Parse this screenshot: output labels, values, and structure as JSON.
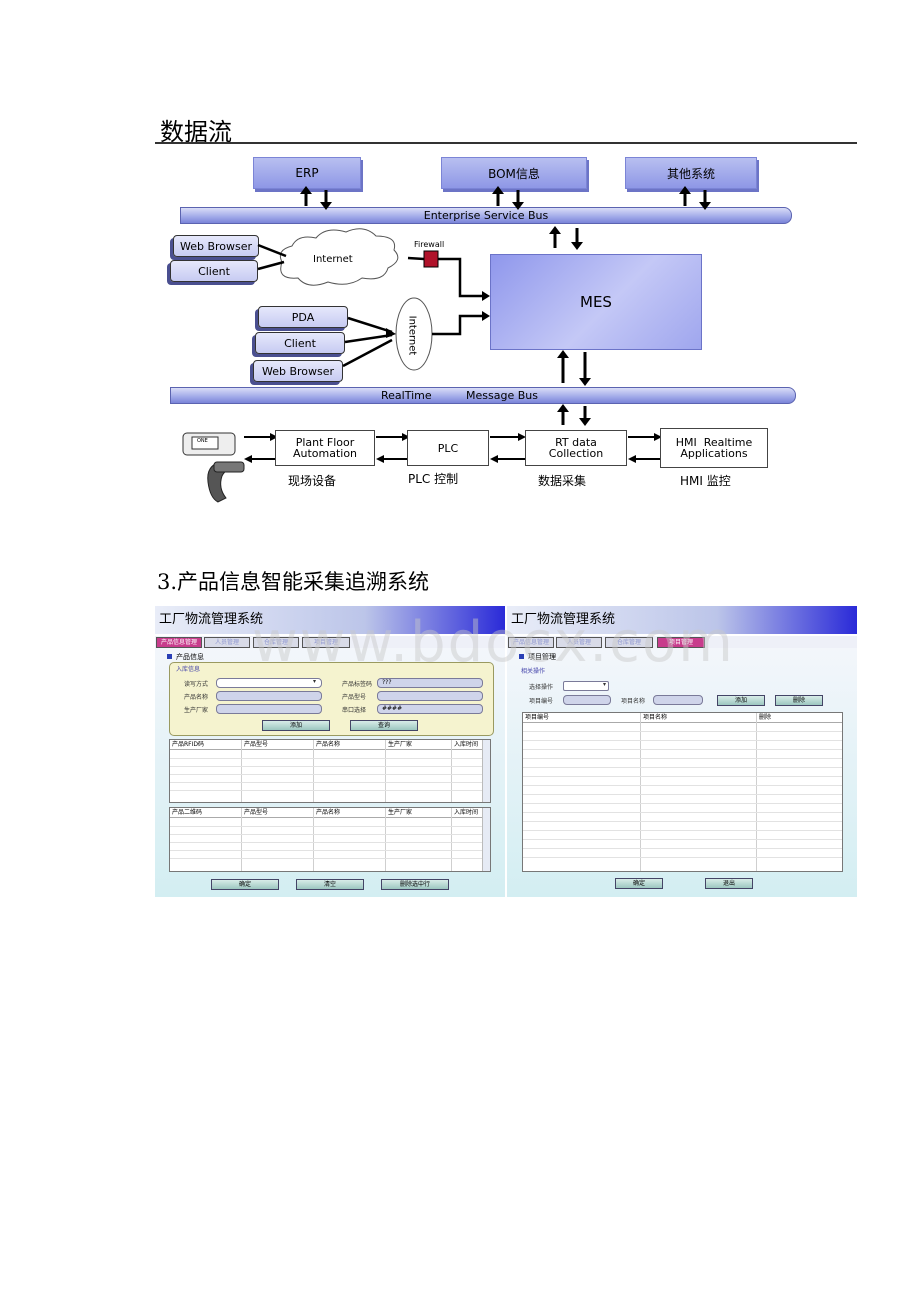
{
  "headings": {
    "data_flow": "数据流",
    "section3": "3.产品信息智能采集追溯系统"
  },
  "diagram": {
    "erp": "ERP",
    "bom": "BOM信息",
    "other": "其他系统",
    "esb": "Enterprise Service Bus",
    "web_browser": "Web Browser",
    "client": "Client",
    "internet": "Internet",
    "firewall": "Firewall",
    "pda": "PDA",
    "client2": "Client",
    "web_browser2": "Web Browser",
    "internet_vertical": "Internet",
    "mes": "MES",
    "realtime": "RealTime",
    "message_bus": "Message Bus",
    "plant_floor": "Plant Floor\nAutomation",
    "plc": "PLC",
    "rt_data": "RT data\nCollection",
    "hmi": "HMI  Realtime\nApplications",
    "cap_field": "现场设备",
    "cap_plc": "PLC 控制",
    "cap_data": "数据采集",
    "cap_hmi": "HMI 监控",
    "scanner_label": "ONE"
  },
  "watermark": "www.bdocx.com",
  "app_left": {
    "title": "工厂物流管理系统",
    "tabs": [
      "产品信息管理",
      "人员管理",
      "仓库管理",
      "项目管理"
    ],
    "section": "产品信息",
    "group": "入库信息",
    "fields": {
      "read_mode": "读写方式",
      "product_name": "产品名称",
      "manufacturer": "生产厂家",
      "tag_code": "产品标签码",
      "model": "产品型号",
      "serial_select": "串口选择",
      "tag_value": "???",
      "serial_value": "####"
    },
    "buttons": {
      "add": "添加",
      "query": "查询",
      "confirm": "确定",
      "clear": "清空",
      "delete_row": "删除选中行"
    },
    "table1_headers": [
      "产品RFID码",
      "产品型号",
      "产品名称",
      "生产厂家",
      "入库时间"
    ],
    "table2_headers": [
      "产品二维码",
      "产品型号",
      "产品名称",
      "生产厂家",
      "入库时间"
    ]
  },
  "app_right": {
    "title": "工厂物流管理系统",
    "tabs": [
      "产品信息管理",
      "人员管理",
      "仓库管理",
      "项目管理"
    ],
    "section": "项目管理",
    "group": "相关操作",
    "fields": {
      "select_op": "选择操作",
      "project_no": "项目编号",
      "project_name": "项目名称"
    },
    "buttons": {
      "add": "添加",
      "delete": "删除",
      "confirm": "确定",
      "cancel": "退出"
    },
    "table_headers": [
      "项目编号",
      "项目名称",
      "删除"
    ]
  }
}
